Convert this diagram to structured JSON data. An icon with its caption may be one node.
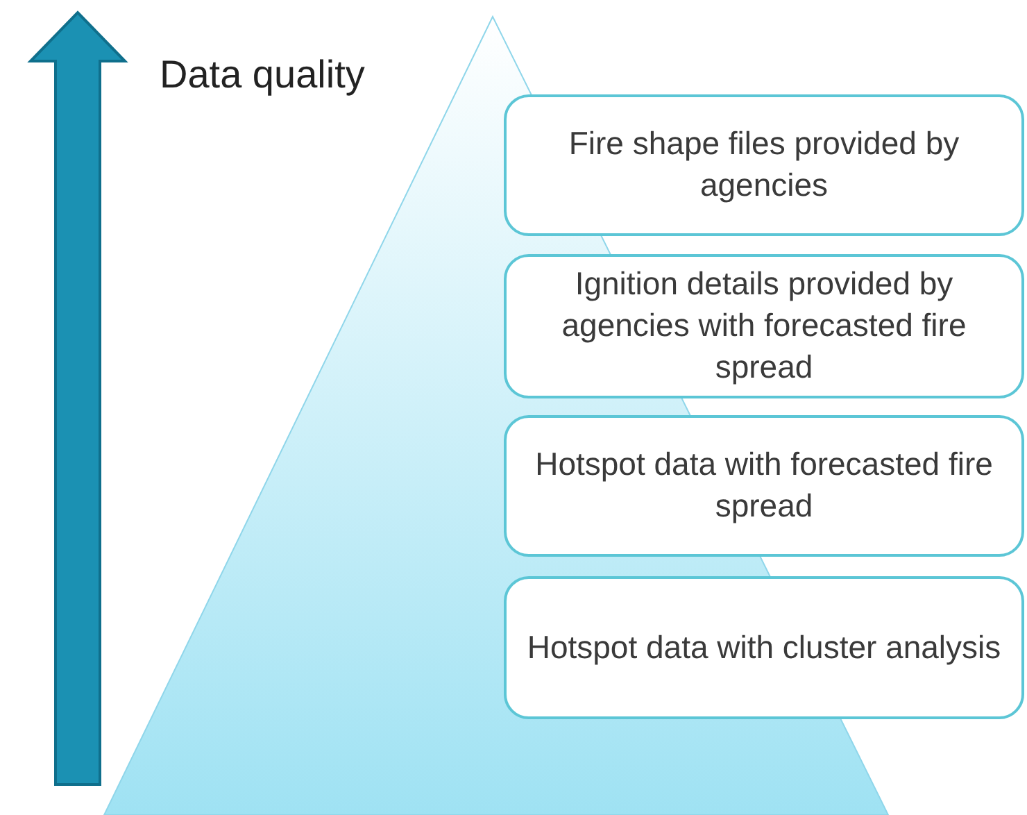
{
  "diagram": {
    "nodes": [
      {
        "text": [
          "Fire shape files provided by agencies"
        ]
      },
      {
        "text": [
          "Ignition details provided by agencies with forecasted fire spread"
        ]
      },
      {
        "text": [
          "Hotspot data with forecasted fire spread"
        ]
      },
      {
        "text": [
          "Hotspot data with cluster analysis"
        ]
      }
    ],
    "labels": [
      "Data quality"
    ]
  }
}
